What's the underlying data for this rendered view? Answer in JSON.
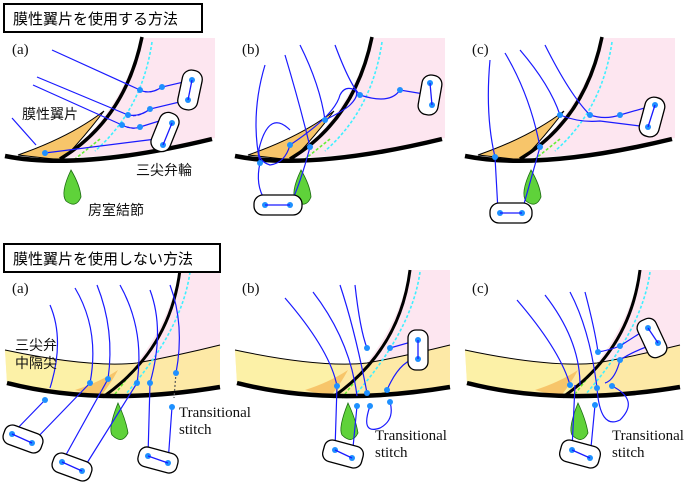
{
  "sections": [
    {
      "title": "膜性翼片を使用する方法",
      "panels": [
        "(a)",
        "(b)",
        "(c)"
      ]
    },
    {
      "title": "膜性翼片を使用しない方法",
      "panels": [
        "(a)",
        "(b)",
        "(c)"
      ]
    }
  ],
  "labels": {
    "membranous_flap": "膜性翼片",
    "tricuspid_annulus": "三尖弁輪",
    "av_node": "房室結節",
    "septal_leaflet_line1": "三尖弁",
    "septal_leaflet_line2": "中隔尖",
    "transitional_stitch_1": "Transitional",
    "transitional_stitch_2": "stitch"
  },
  "colors": {
    "suture": "#1a1aff",
    "knot_dot": "#1e90ff",
    "pink_region": "#fde6f0",
    "leaflet": "#fde9a6",
    "flap": "#f7c56a",
    "av_node": "#5fd23a",
    "cyan_line": "#3ff0ff"
  }
}
